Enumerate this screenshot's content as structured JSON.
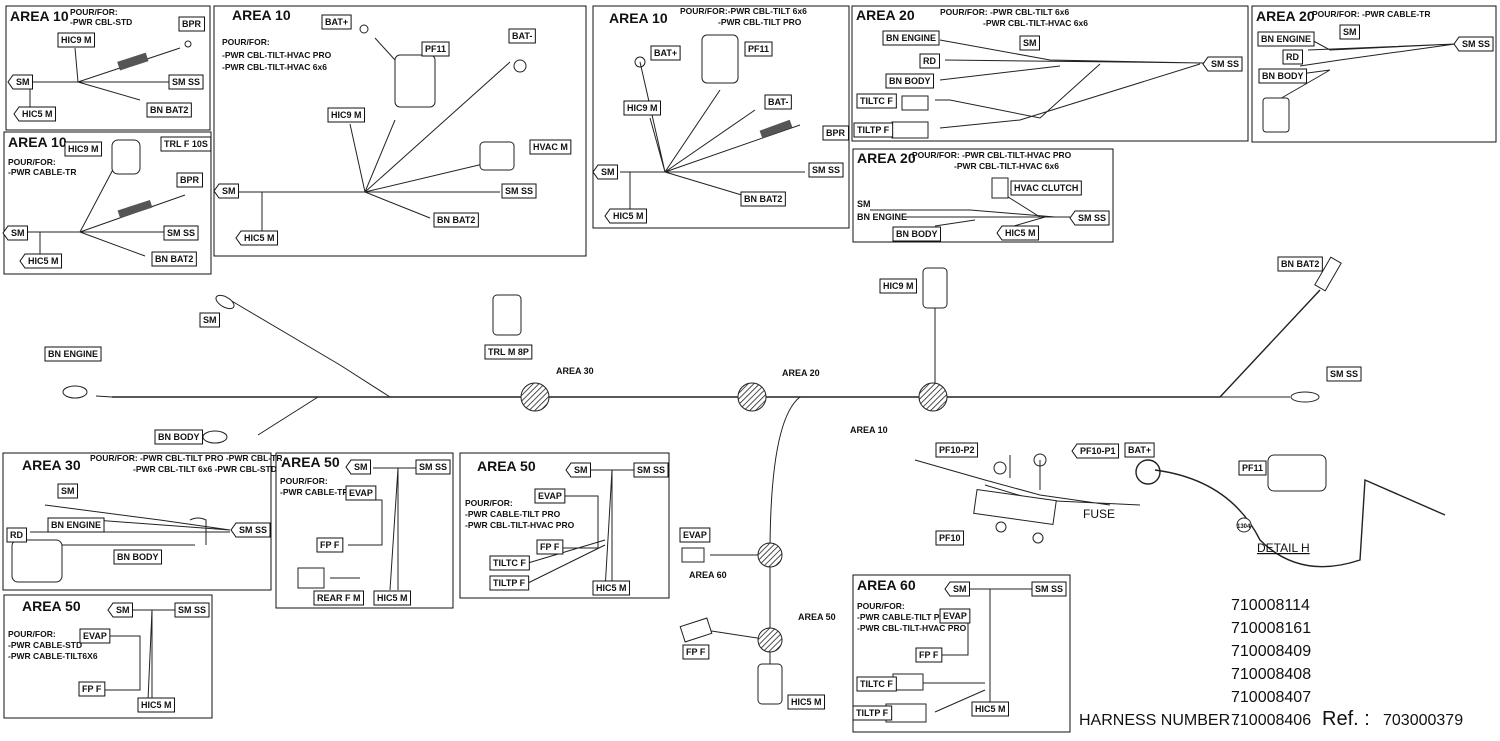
{
  "panels": [
    {
      "id": "p1",
      "title": "AREA 10",
      "pour": [
        "POUR/FOR:",
        "-PWR CBL-STD"
      ],
      "labels": [
        {
          "t": "HIC9 M",
          "s": "r"
        },
        {
          "t": "BPR",
          "s": "r"
        },
        {
          "t": "SM",
          "s": "l"
        },
        {
          "t": "SM SS",
          "s": "r"
        },
        {
          "t": "HIC5 M",
          "s": "l"
        },
        {
          "t": "BN BAT2",
          "s": "r"
        }
      ]
    },
    {
      "id": "p2",
      "title": "AREA 10",
      "pour": [
        "POUR/FOR:",
        "-PWR CABLE-TR"
      ],
      "labels": [
        {
          "t": "HIC9 M",
          "s": "r"
        },
        {
          "t": "TRL F 10S",
          "s": "r"
        },
        {
          "t": "BPR",
          "s": "r"
        },
        {
          "t": "SM",
          "s": "l"
        },
        {
          "t": "SM SS",
          "s": "r"
        },
        {
          "t": "HIC5 M",
          "s": "l"
        },
        {
          "t": "BN BAT2",
          "s": "r"
        }
      ]
    },
    {
      "id": "p3",
      "title": "AREA 10",
      "pour": [
        "POUR/FOR:",
        "-PWR CBL-TILT-HVAC PRO",
        "-PWR CBL-TILT-HVAC 6x6"
      ],
      "labels": [
        {
          "t": "BAT+",
          "s": "r"
        },
        {
          "t": "BAT-",
          "s": "r"
        },
        {
          "t": "PF11",
          "s": "r"
        },
        {
          "t": "HIC9 M",
          "s": "r"
        },
        {
          "t": "HVAC M",
          "s": "r"
        },
        {
          "t": "SM",
          "s": "l"
        },
        {
          "t": "SM SS",
          "s": "r"
        },
        {
          "t": "BN BAT2",
          "s": "r"
        },
        {
          "t": "HIC5 M",
          "s": "l"
        }
      ]
    },
    {
      "id": "p4",
      "title": "AREA 10",
      "pour": [
        "POUR/FOR:-PWR CBL-TILT 6x6",
        "-PWR CBL-TILT PRO"
      ],
      "labels": [
        {
          "t": "BAT+",
          "s": "r"
        },
        {
          "t": "PF11",
          "s": "r"
        },
        {
          "t": "HIC9 M",
          "s": "r"
        },
        {
          "t": "BAT-",
          "s": "r"
        },
        {
          "t": "BPR",
          "s": "r"
        },
        {
          "t": "SM",
          "s": "l"
        },
        {
          "t": "SM SS",
          "s": "r"
        },
        {
          "t": "BN BAT2",
          "s": "r"
        },
        {
          "t": "HIC5 M",
          "s": "l"
        }
      ]
    },
    {
      "id": "p5",
      "title": "AREA 20",
      "pour": [
        "POUR/FOR: -PWR CBL-TILT 6x6",
        "-PWR CBL-TILT-HVAC 6x6"
      ],
      "labels": [
        {
          "t": "BN ENGINE",
          "s": "r"
        },
        {
          "t": "SM",
          "s": "r"
        },
        {
          "t": "RD",
          "s": "r"
        },
        {
          "t": "SM SS",
          "s": "l"
        },
        {
          "t": "BN BODY",
          "s": "r"
        },
        {
          "t": "TILTC F",
          "s": "r"
        },
        {
          "t": "TILTP F",
          "s": "r"
        }
      ]
    },
    {
      "id": "p6",
      "title": "AREA 20",
      "pour": [
        "POUR/FOR: -PWR CABLE-TR"
      ],
      "labels": [
        {
          "t": "BN ENGINE",
          "s": "r"
        },
        {
          "t": "SM",
          "s": "r"
        },
        {
          "t": "SM SS",
          "s": "l"
        },
        {
          "t": "RD",
          "s": "r"
        },
        {
          "t": "BN BODY",
          "s": "r"
        }
      ]
    },
    {
      "id": "p7",
      "title": "AREA 20",
      "pour": [
        "POUR/FOR: -PWR CBL-TILT-HVAC PRO",
        "-PWR CBL-TILT-HVAC 6x6"
      ],
      "labels": [
        {
          "t": "HVAC CLUTCH",
          "s": "r"
        },
        {
          "t": "SM",
          "s": "n"
        },
        {
          "t": "BN ENGINE",
          "s": "n"
        },
        {
          "t": "SM SS",
          "s": "l"
        },
        {
          "t": "BN BODY",
          "s": "r"
        },
        {
          "t": "HIC5 M",
          "s": "l"
        }
      ]
    },
    {
      "id": "p8",
      "title": "AREA 30",
      "pour": [
        "POUR/FOR: -PWR CBL-TILT PRO -PWR CBL-TR",
        "-PWR CBL-TILT 6x6 -PWR CBL-STD"
      ],
      "labels": [
        {
          "t": "SM",
          "s": "r"
        },
        {
          "t": "BN ENGINE",
          "s": "r"
        },
        {
          "t": "RD",
          "s": "r"
        },
        {
          "t": "SM SS",
          "s": "l"
        },
        {
          "t": "BN BODY",
          "s": "r"
        }
      ]
    },
    {
      "id": "p9",
      "title": "AREA 50",
      "pour": [
        "POUR/FOR:",
        "-PWR CABLE-TR"
      ],
      "labels": [
        {
          "t": "SM",
          "s": "l"
        },
        {
          "t": "SM SS",
          "s": "r"
        },
        {
          "t": "EVAP",
          "s": "r"
        },
        {
          "t": "FP F",
          "s": "r"
        },
        {
          "t": "REAR F M",
          "s": "r"
        },
        {
          "t": "HIC5 M",
          "s": "r"
        }
      ]
    },
    {
      "id": "p10",
      "title": "AREA 50",
      "pour": [
        "POUR/FOR:",
        "-PWR CABLE-TILT PRO",
        "-PWR CBL-TILT-HVAC PRO"
      ],
      "labels": [
        {
          "t": "SM",
          "s": "l"
        },
        {
          "t": "SM SS",
          "s": "r"
        },
        {
          "t": "EVAP",
          "s": "r"
        },
        {
          "t": "FP F",
          "s": "r"
        },
        {
          "t": "TILTC F",
          "s": "r"
        },
        {
          "t": "TILTP F",
          "s": "r"
        },
        {
          "t": "HIC5 M",
          "s": "r"
        }
      ]
    },
    {
      "id": "p11",
      "title": "AREA 50",
      "pour": [
        "POUR/FOR:",
        "-PWR CABLE-STD",
        "-PWR CABLE-TILT6X6"
      ],
      "labels": [
        {
          "t": "SM",
          "s": "l"
        },
        {
          "t": "SM SS",
          "s": "r"
        },
        {
          "t": "EVAP",
          "s": "r"
        },
        {
          "t": "FP F",
          "s": "r"
        },
        {
          "t": "HIC5 M",
          "s": "r"
        }
      ]
    },
    {
      "id": "p12",
      "title": "AREA 60",
      "pour": [
        "POUR/FOR:",
        "-PWR CABLE-TILT PRO",
        "-PWR CBL-TILT-HVAC PRO"
      ],
      "labels": [
        {
          "t": "SM",
          "s": "l"
        },
        {
          "t": "SM SS",
          "s": "r"
        },
        {
          "t": "EVAP",
          "s": "r"
        },
        {
          "t": "FP F",
          "s": "r"
        },
        {
          "t": "TILTC F",
          "s": "r"
        },
        {
          "t": "TILTP F",
          "s": "r"
        },
        {
          "t": "HIC5 M",
          "s": "r"
        }
      ]
    }
  ],
  "main_labels": [
    {
      "t": "SM",
      "s": "r"
    },
    {
      "t": "TRL M 8P",
      "s": "r"
    },
    {
      "t": "BN ENGINE",
      "s": "r"
    },
    {
      "t": "HIC9 M",
      "s": "r"
    },
    {
      "t": "BN BAT2",
      "s": "r"
    },
    {
      "t": "SM SS",
      "s": "r"
    },
    {
      "t": "BN BODY",
      "s": "r"
    },
    {
      "t": "EVAP",
      "s": "r"
    },
    {
      "t": "FP F",
      "s": "r"
    },
    {
      "t": "HIC5 M",
      "s": "r"
    }
  ],
  "area_callouts": [
    "AREA 30",
    "AREA 20",
    "AREA 10",
    "AREA 60",
    "AREA 50"
  ],
  "detail": {
    "labels": [
      {
        "t": "PF10-P2",
        "s": "r"
      },
      {
        "t": "PF10-P1",
        "s": "l"
      },
      {
        "t": "BAT+",
        "s": "r"
      },
      {
        "t": "PF11",
        "s": "r"
      },
      {
        "t": "PF10",
        "s": "r"
      }
    ],
    "fuse": "FUSE",
    "part_num": "1304",
    "title": "DETAIL H"
  },
  "harness": {
    "numbers": [
      "710008114",
      "710008161",
      "710008409",
      "710008408",
      "710008407",
      "710008406"
    ],
    "caption": "HARNESS NUMBER :",
    "ref_label": "Ref. :",
    "ref_value": "703000379"
  }
}
